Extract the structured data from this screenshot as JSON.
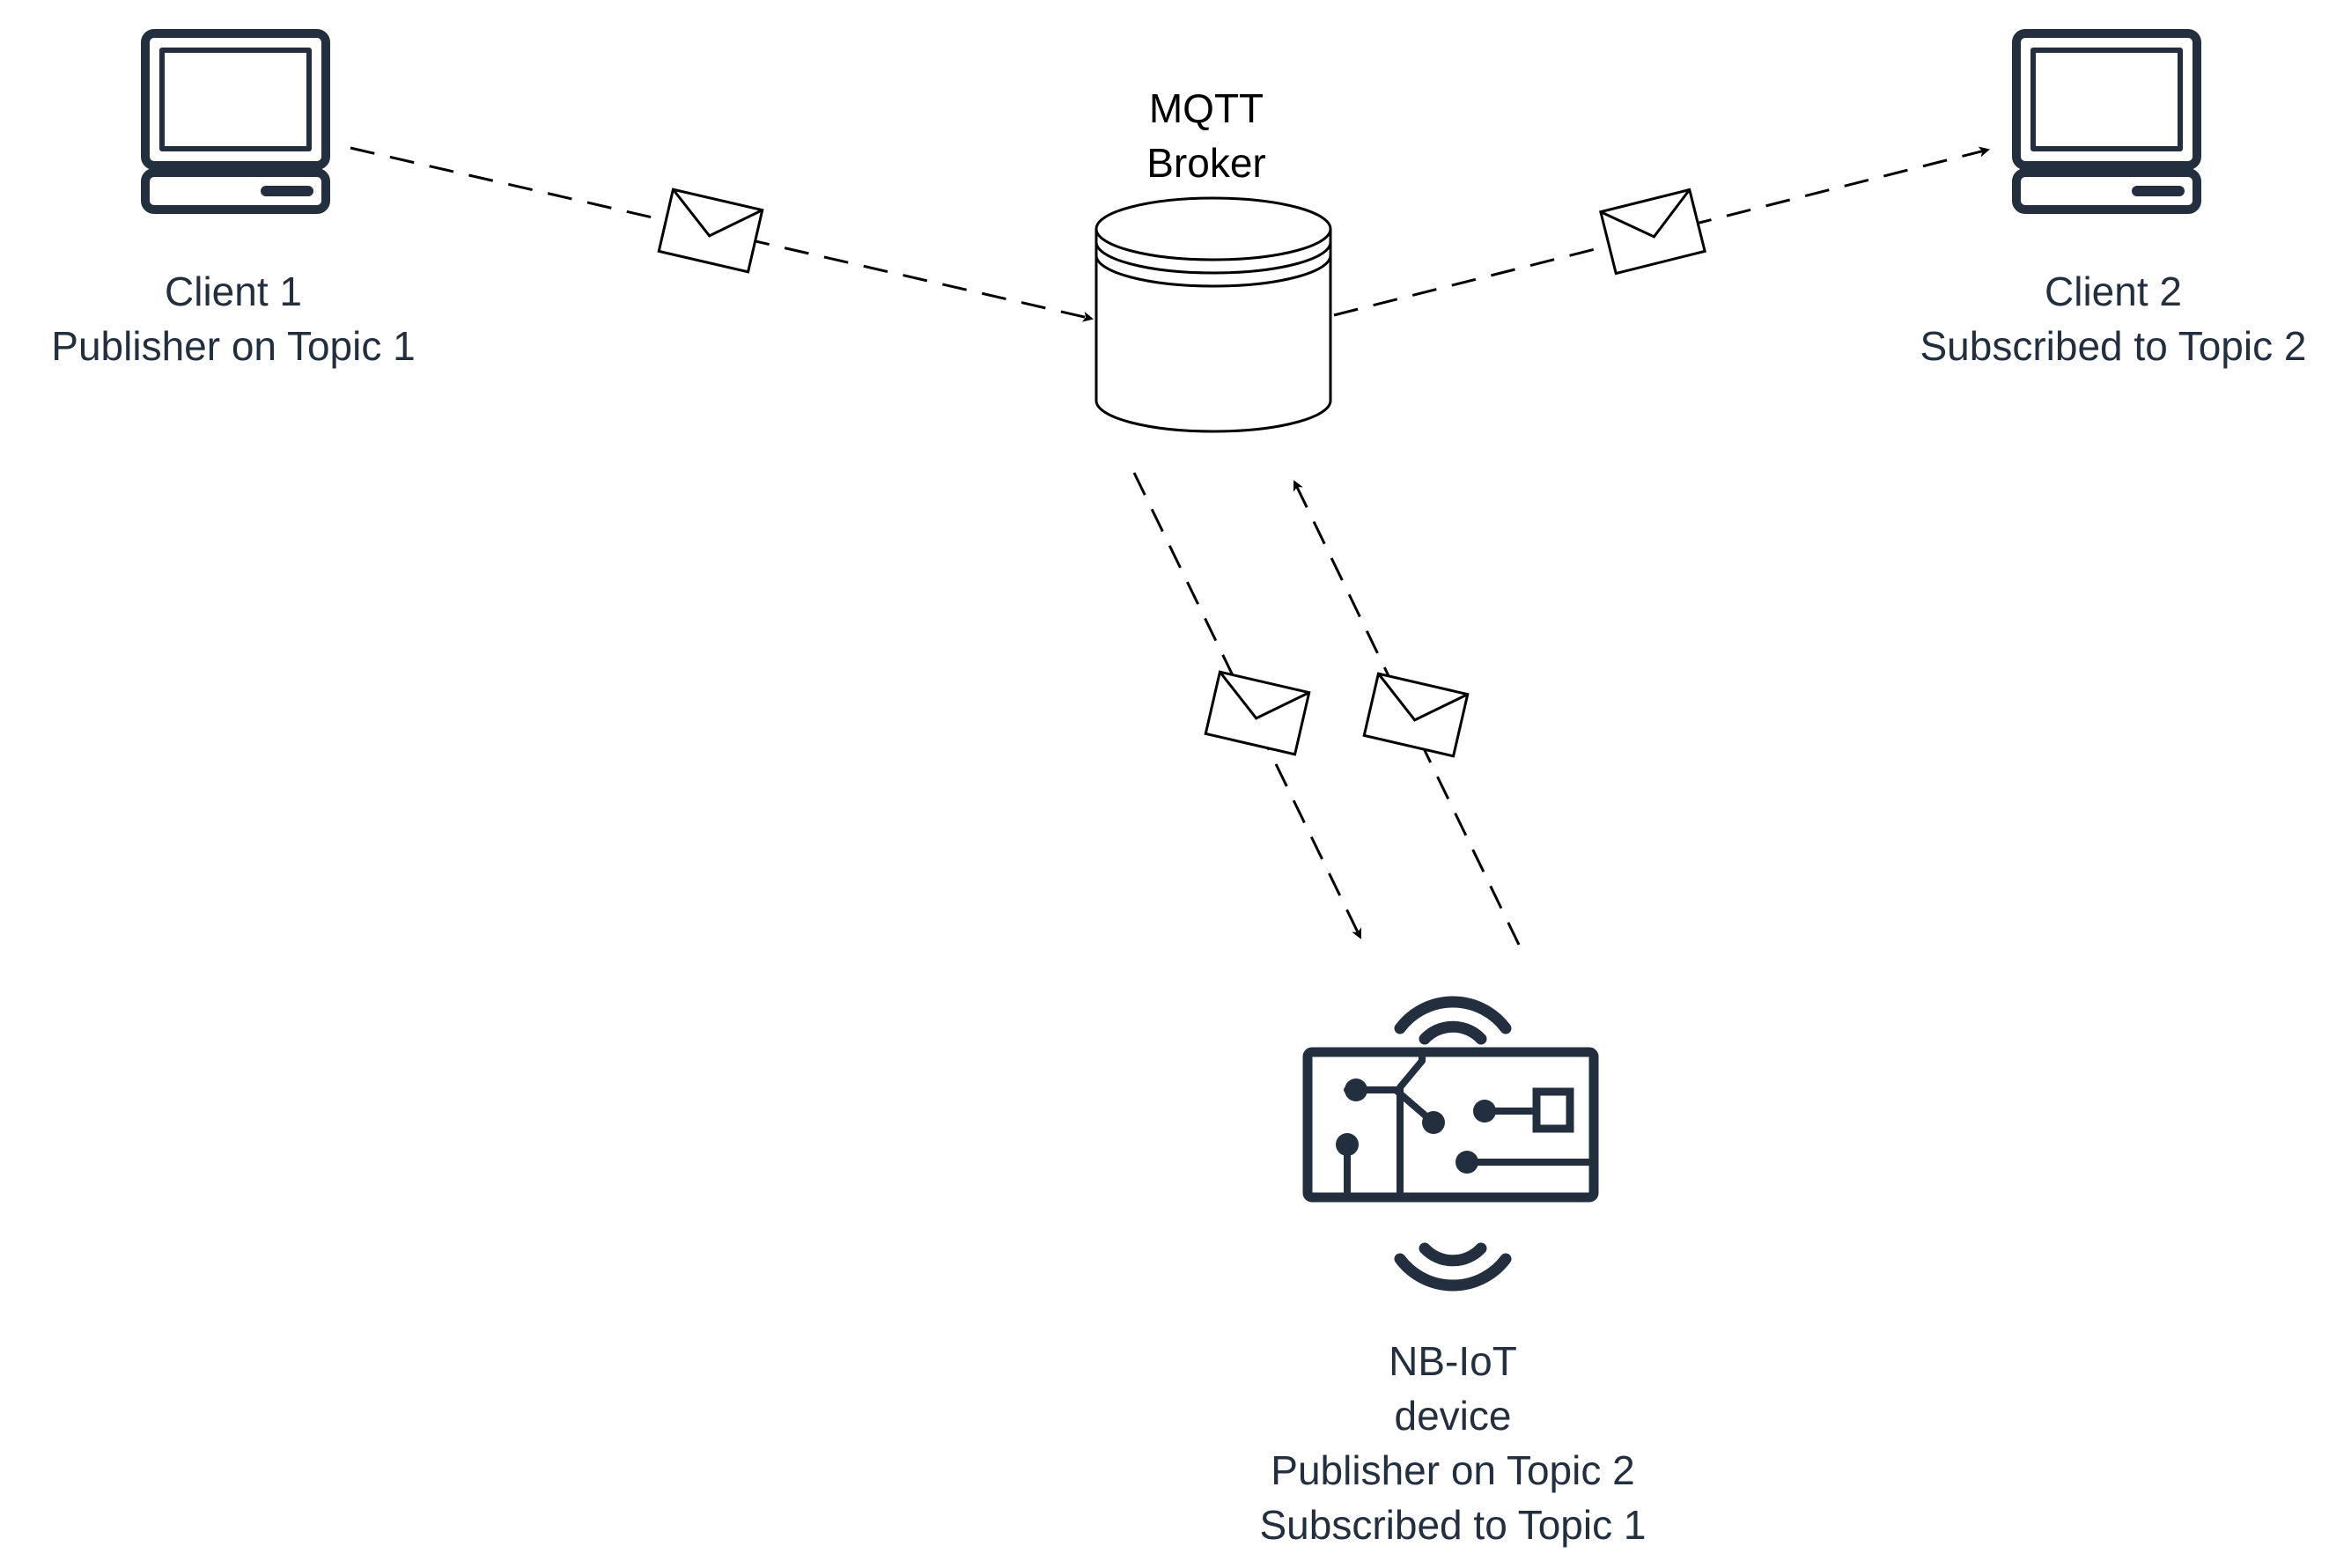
{
  "title": "",
  "colors": {
    "icon": "#232f3e",
    "line": "#000000",
    "background": "#ffffff"
  },
  "nodes": {
    "client1": {
      "icon": "computer-icon",
      "lines": [
        "Client 1",
        "Publisher on Topic 1"
      ]
    },
    "broker": {
      "icon": "database-icon",
      "lines": [
        "MQTT",
        "Broker"
      ]
    },
    "client2": {
      "icon": "computer-icon",
      "lines": [
        "Client 2",
        "Subscribed to Topic 2"
      ]
    },
    "device": {
      "icon": "iot-device-icon",
      "lines": [
        "NB-IoT",
        "device",
        "Publisher on Topic 2",
        "Subscribed to Topic 1"
      ]
    }
  },
  "edges": [
    {
      "from": "client1",
      "to": "broker",
      "style": "dashed",
      "marker": "envelope-icon"
    },
    {
      "from": "broker",
      "to": "client2",
      "style": "dashed",
      "marker": "envelope-icon"
    },
    {
      "from": "broker",
      "to": "device",
      "style": "dashed",
      "marker": "envelope-icon"
    },
    {
      "from": "device",
      "to": "broker",
      "style": "dashed",
      "marker": "envelope-icon"
    }
  ]
}
